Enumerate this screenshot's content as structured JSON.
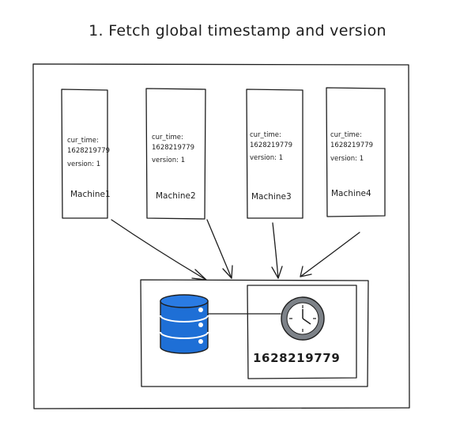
{
  "title": "1. Fetch global timestamp and version",
  "machines": [
    {
      "name": "Machine1",
      "line1": "cur_time:",
      "line2": "1628219779",
      "line3": "version: 1"
    },
    {
      "name": "Machine2",
      "line1": "cur_time:",
      "line2": "1628219779",
      "line3": "version: 1"
    },
    {
      "name": "Machine3",
      "line1": "cur_time:",
      "line2": "1628219779",
      "line3": "version: 1"
    },
    {
      "name": "Machine4",
      "line1": "cur_time:",
      "line2": "1628219779",
      "line3": "version: 1"
    }
  ],
  "timestamp_service": {
    "timestamp": "1628219779",
    "icons": [
      "database-icon",
      "clock-icon"
    ]
  },
  "colors": {
    "database_blue": "#1e6fd6",
    "clock_gray": "#7d8288",
    "stroke": "#1e1e1e"
  }
}
